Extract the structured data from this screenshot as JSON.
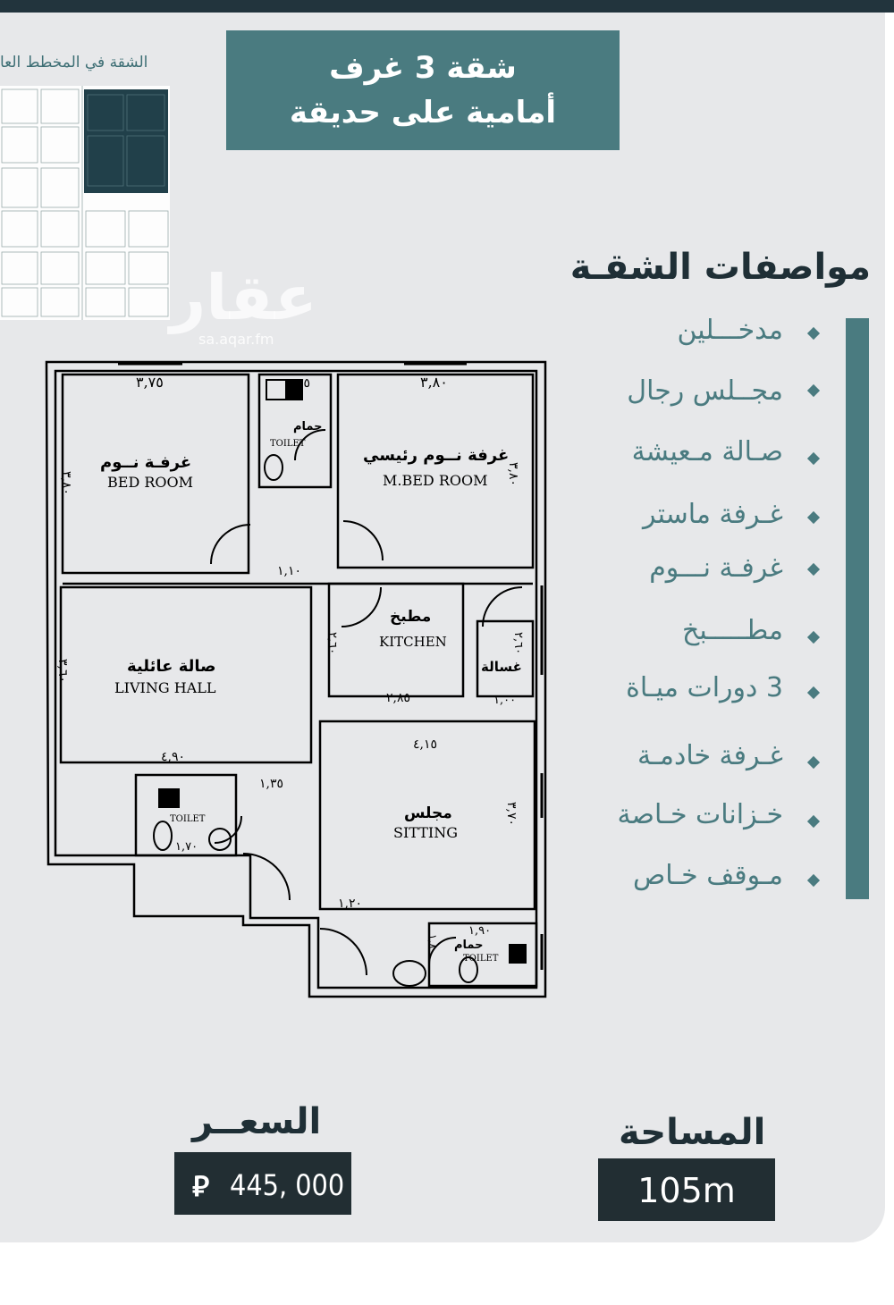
{
  "title": {
    "line1": "شقة 3 غرف",
    "line2": "أمامية على حديقة"
  },
  "minimap": {
    "label": "الشقة في المخطط العا"
  },
  "watermark": {
    "text": "عقار",
    "url": "sa.aqar.fm"
  },
  "specs": {
    "heading": "مواصفات الشقـة",
    "items": [
      "مدخـــلين",
      "مجــلس رجال",
      "صـالة مـعيشة",
      "غـرفة ماستر",
      "غرفـة نـــوم",
      "مطـــــبخ",
      "3 دورات ميـاة",
      "غـرفة خادمـة",
      "خـزانات خـاصة",
      "مـوقف خـاص"
    ]
  },
  "price": {
    "label": "السعــر",
    "currency": "⃁",
    "value": "445, 000"
  },
  "area": {
    "label": "المساحة",
    "value": "105m"
  },
  "plan": {
    "bedroom_ar": "غرفـة نــوم",
    "bedroom_en": "BED ROOM",
    "bedroom_w": "٣,٧٥",
    "bedroom_h": "٣,٨٠",
    "wc_top_w": "١,٣٥",
    "toilet_ar": "حمام",
    "toilet_en": "TOILET",
    "mbed_ar": "غرفة نــوم رئيسي",
    "mbed_en": "M.BED ROOM",
    "mbed_w": "٣,٨٠",
    "mbed_h": "٣,٨٠",
    "corridor_w": "١,١٠",
    "kitchen_ar": "مطبخ",
    "kitchen_en": "KITCHEN",
    "kitchen_w": "٢,٨٥",
    "kitchen_h": "٢,٦٠",
    "laundry_ar": "غسالة",
    "laundry_w": "١,٠٠",
    "laundry_h": "٢,٦٠",
    "living_ar": "صالة عائلية",
    "living_en": "LIVING HALL",
    "living_w": "٤,٩٠",
    "living_h": "٣,٦٠",
    "wc2_w": "١,٣٥",
    "wc2_h": "١,٧٠",
    "sitting_ar": "مجلس",
    "sitting_en": "SITTING",
    "sitting_w": "٤,١٥",
    "sitting_h": "٣,٧٠",
    "entry_w": "١,٢٠",
    "wc3_w": "١,٩٠",
    "wc3_h": "١,٨٠"
  }
}
